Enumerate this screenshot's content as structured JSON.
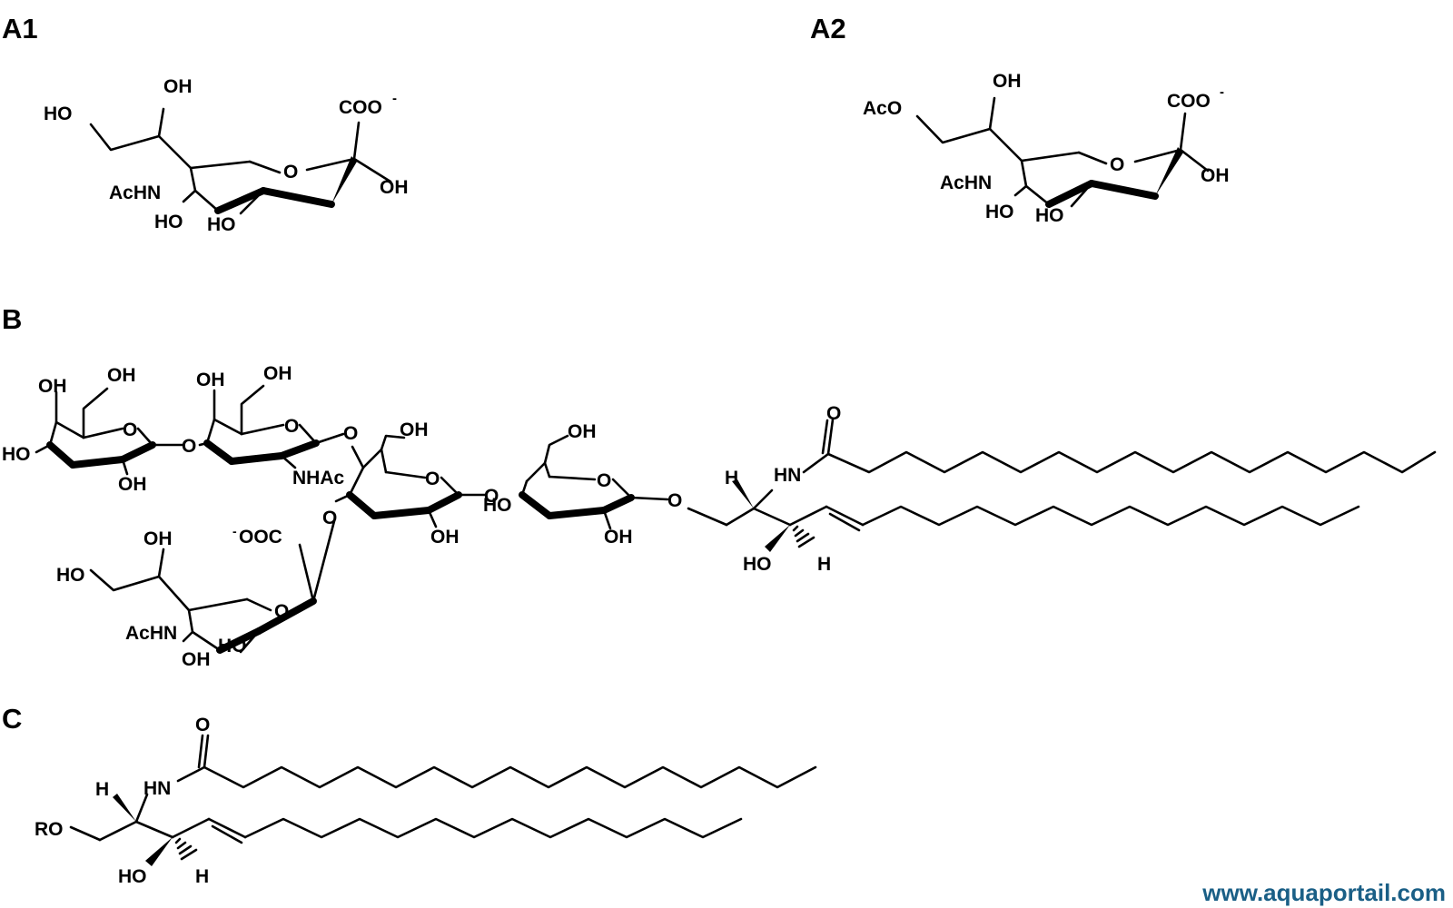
{
  "panels": {
    "a1": "A1",
    "a2": "A2",
    "b": "B",
    "c": "C"
  },
  "labels": {
    "a1": {
      "oh_top": "OH",
      "ho_left": "HO",
      "coo": "COO",
      "coo_charge": "-",
      "ring_o": "O",
      "oh_right": "OH",
      "achn": "AcHN",
      "ho_n": "HO",
      "ho_4": "HO"
    },
    "a2": {
      "oh_top": "OH",
      "aco": "AcO",
      "coo": "COO",
      "coo_charge": "-",
      "ring_o": "O",
      "oh_right": "OH",
      "achn": "AcHN",
      "ho_n": "HO",
      "ho_4": "HO"
    },
    "b": {
      "gal_oh4": "OH",
      "gal_oh6": "OH",
      "gal_o": "O",
      "gal_ho3": "HO",
      "gal_oh2": "OH",
      "link_o1": "O",
      "glc_oh4": "OH",
      "glc_oh6": "OH",
      "glc_o": "O",
      "glcnac_o": "O",
      "nhac": "NHAc",
      "gal2_oh6": "OH",
      "gal2_o": "O",
      "gal2_oh2": "OH",
      "link_o2": "O",
      "glc2_ho": "HO",
      "glc2_oh6": "OH",
      "glc2_o": "O",
      "glc2_oh2": "OH",
      "link_o3": "O",
      "h1": "H",
      "hn": "HN",
      "amide_o": "O",
      "ho_bottom": "HO",
      "h2": "H",
      "sia_oh": "OH",
      "sia_ooc_charge": "-",
      "sia_ooc": "OOC",
      "sia_ho": "HO",
      "sia_o": "O",
      "sia_achn": "AcHN",
      "sia_oh_n": "OH",
      "sia_ho4": "HO",
      "link_o4": "O"
    },
    "c": {
      "amide_o": "O",
      "h_top": "H",
      "hn": "HN",
      "ro": "RO",
      "ho": "HO",
      "h_bottom": "H"
    }
  },
  "watermark": "www.aquaportail.com"
}
